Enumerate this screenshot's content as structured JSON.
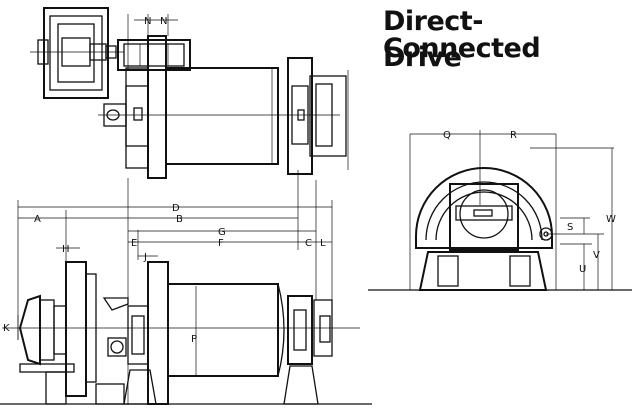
{
  "title": {
    "line1": "Direct-Connected",
    "line2": "Drive"
  },
  "dimension_labels": {
    "N1": "N",
    "N2": "N",
    "A": "A",
    "D": "D",
    "B": "B",
    "G": "G",
    "E": "E",
    "F": "F",
    "C": "C",
    "L": "L",
    "H": "H",
    "J": "J",
    "K": "K",
    "P": "P",
    "Q": "Q",
    "R": "R",
    "S": "S",
    "V": "V",
    "U": "U",
    "W": "W"
  }
}
